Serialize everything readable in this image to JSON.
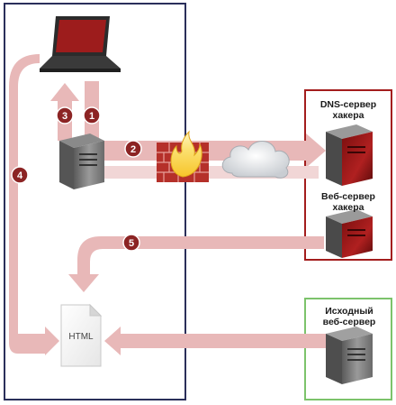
{
  "steps": [
    "1",
    "2",
    "3",
    "4",
    "5"
  ],
  "labels": {
    "dns_server": "DNS-сервер хакера",
    "web_server_hacker": "Веб-сервер хакера",
    "origin_server": "Исходный веб-сервер",
    "html_doc": "HTML"
  },
  "colors": {
    "attacker_box": "#a31d1d",
    "origin_box": "#7cc36b",
    "client_box": "#2a2f5a",
    "flow_arrow": "#e6b5b5",
    "badge": "#8c2424"
  },
  "icons": [
    "laptop-icon",
    "client-server-icon",
    "firewall-icon",
    "cloud-icon",
    "dns-server-icon",
    "hacker-web-server-icon",
    "origin-server-icon",
    "html-document-icon"
  ]
}
